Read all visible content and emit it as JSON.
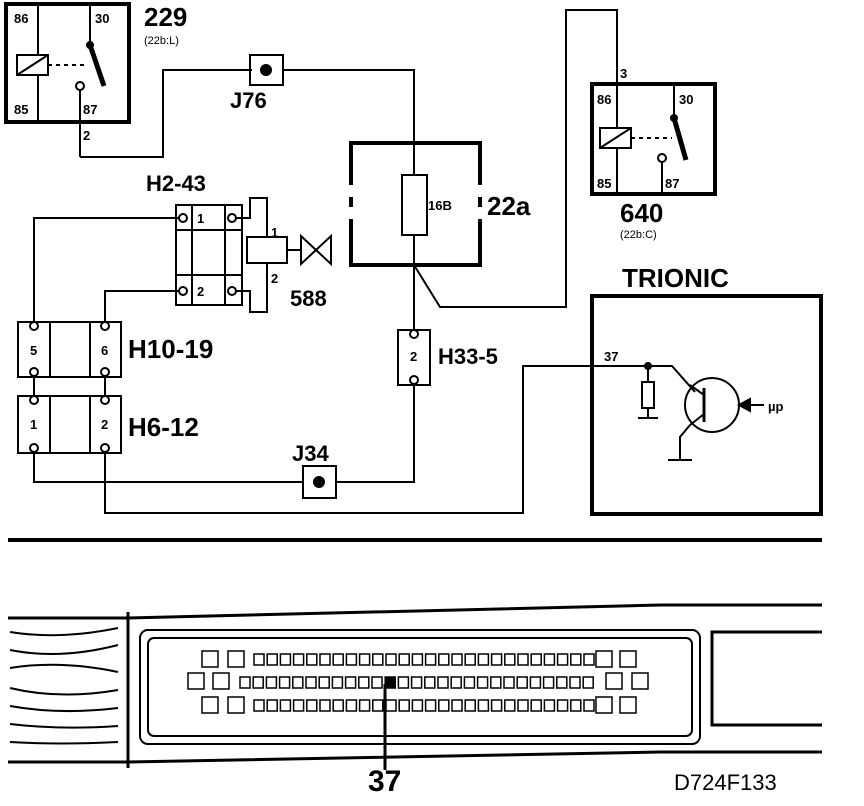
{
  "diagram": {
    "relay_229": {
      "id": "229",
      "sub": "(22b:L)",
      "pins": [
        "86",
        "30",
        "85",
        "87"
      ],
      "out_pin": "2"
    },
    "relay_640": {
      "id": "640",
      "sub": "(22b:C)",
      "pins": [
        "86",
        "30",
        "85",
        "87"
      ],
      "in_pin": "3"
    },
    "junction_j76": "J76",
    "junction_j34": "J34",
    "fuse_box": {
      "id": "22a",
      "fuse": "16B"
    },
    "connector_h2_43": {
      "id": "H2-43",
      "pins": [
        "1",
        "2"
      ]
    },
    "valve_588": {
      "id": "588",
      "pins": [
        "1",
        "2"
      ]
    },
    "connector_h10_19": {
      "id": "H10-19",
      "pins": [
        "5",
        "6"
      ]
    },
    "connector_h6_12": {
      "id": "H6-12",
      "pins": [
        "1",
        "2"
      ]
    },
    "connector_h33_5": {
      "id": "H33-5",
      "pin": "2"
    },
    "trionic": {
      "title": "TRIONIC",
      "pin": "37",
      "mu": "µp"
    },
    "ecu_connector": {
      "pin_callout": "37"
    },
    "drawing_code": "D724F133"
  }
}
